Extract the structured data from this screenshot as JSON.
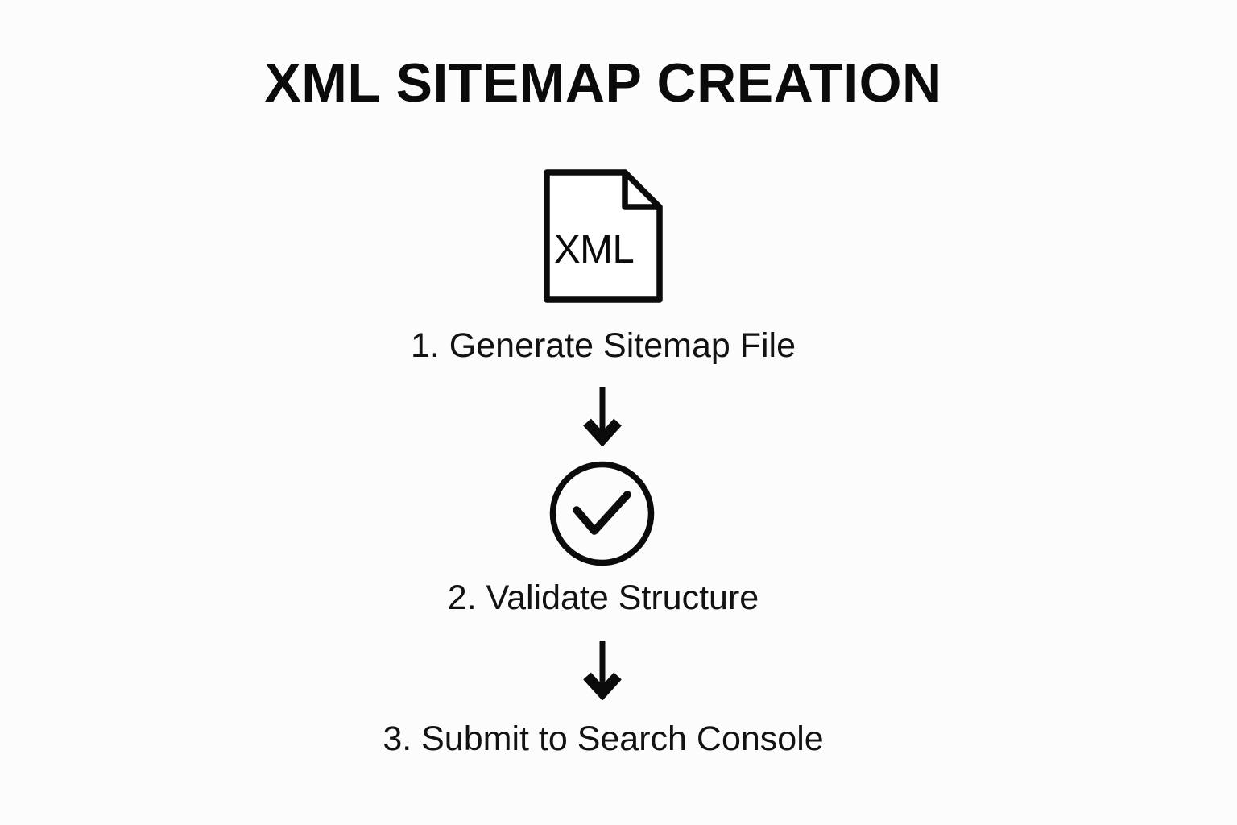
{
  "page": {
    "background_color": "#fcfcfc",
    "ink_color": "#0b0b0b"
  },
  "title": "XML SITEMAP CREATION",
  "diagram": {
    "type": "vertical-flow",
    "orientation": "top-to-bottom",
    "nodes": [
      {
        "id": "step-1",
        "icon": "xml-file-icon",
        "icon_text": "XML",
        "label": "1. Generate Sitemap File"
      },
      {
        "id": "step-2",
        "icon": "check-circle-icon",
        "icon_text": "",
        "label": "2. Validate Structure"
      },
      {
        "id": "step-3",
        "icon": "",
        "icon_text": "",
        "label": "3. Submit to Search Console"
      }
    ],
    "connectors": [
      {
        "id": "arrow-1",
        "from": "step-1",
        "to": "step-2",
        "glyph": "down-arrow-icon"
      },
      {
        "id": "arrow-2",
        "from": "step-2",
        "to": "step-3",
        "glyph": "down-arrow-icon"
      }
    ]
  }
}
